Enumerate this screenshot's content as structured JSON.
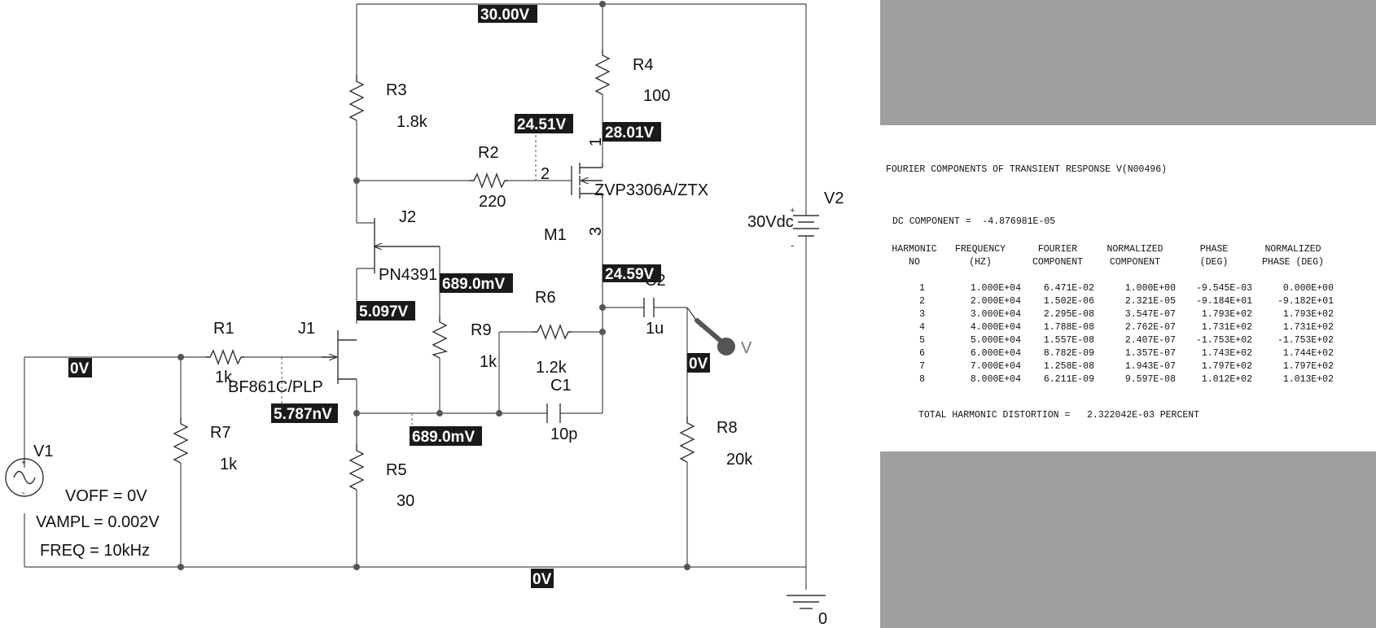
{
  "schematic": {
    "components": {
      "R1": {
        "ref": "R1",
        "value": "1k"
      },
      "R2": {
        "ref": "R2",
        "value": "220"
      },
      "R3": {
        "ref": "R3",
        "value": "1.8k"
      },
      "R4": {
        "ref": "R4",
        "value": "100"
      },
      "R5": {
        "ref": "R5",
        "value": "30"
      },
      "R6": {
        "ref": "R6",
        "value": "1.2k"
      },
      "R7": {
        "ref": "R7",
        "value": "1k"
      },
      "R8": {
        "ref": "R8",
        "value": "20k"
      },
      "R9": {
        "ref": "R9",
        "value": "1k"
      },
      "C1": {
        "ref": "C1",
        "value": "10p"
      },
      "C2": {
        "ref": "C2",
        "value": "1u"
      },
      "J1": {
        "ref": "J1",
        "value": "BF861C/PLP"
      },
      "J2": {
        "ref": "J2",
        "value": "PN4391"
      },
      "M1": {
        "ref": "M1",
        "value": "ZVP3306A/ZTX",
        "pins": [
          "1",
          "2",
          "3"
        ]
      },
      "V1": {
        "ref": "V1",
        "params": [
          "VOFF = 0V",
          "VAMPL = 0.002V",
          "FREQ = 10kHz"
        ]
      },
      "V2": {
        "ref": "V2",
        "value": "30Vdc",
        "plus": "+",
        "minus": "-"
      }
    },
    "probe_label": "V",
    "ground_label": "0",
    "voltage_labels": {
      "supply": "30.00V",
      "m1_gate": "24.51V",
      "m1_drain": "28.01V",
      "m1_source": "24.59V",
      "j2_source": "689.0mV",
      "j1_drain": "5.097V",
      "j1_gate": "5.787nV",
      "j1_source": "689.0mV",
      "input": "0V",
      "output": "0V",
      "ground": "0V"
    }
  },
  "fourier": {
    "title": "FOURIER COMPONENTS OF TRANSIENT RESPONSE V(N00496)",
    "dc_component": "DC COMPONENT =  -4.876981E-05",
    "headers": [
      [
        "HARMONIC",
        "NO"
      ],
      [
        "FREQUENCY",
        "(HZ)"
      ],
      [
        "FOURIER",
        "COMPONENT"
      ],
      [
        "NORMALIZED",
        "COMPONENT"
      ],
      [
        "PHASE",
        "(DEG)"
      ],
      [
        "NORMALIZED",
        "PHASE (DEG)"
      ]
    ],
    "rows": [
      [
        "1",
        "1.000E+04",
        "6.471E-02",
        "1.000E+00",
        "-9.545E-03",
        "0.000E+00"
      ],
      [
        "2",
        "2.000E+04",
        "1.502E-06",
        "2.321E-05",
        "-9.184E+01",
        "-9.182E+01"
      ],
      [
        "3",
        "3.000E+04",
        "2.295E-08",
        "3.547E-07",
        "1.793E+02",
        "1.793E+02"
      ],
      [
        "4",
        "4.000E+04",
        "1.788E-08",
        "2.762E-07",
        "1.731E+02",
        "1.731E+02"
      ],
      [
        "5",
        "5.000E+04",
        "1.557E-08",
        "2.407E-07",
        "-1.753E+02",
        "-1.753E+02"
      ],
      [
        "6",
        "6.000E+04",
        "8.782E-09",
        "1.357E-07",
        "1.743E+02",
        "1.744E+02"
      ],
      [
        "7",
        "7.000E+04",
        "1.258E-08",
        "1.943E-07",
        "1.797E+02",
        "1.797E+02"
      ],
      [
        "8",
        "8.000E+04",
        "6.211E-09",
        "9.597E-08",
        "1.012E+02",
        "1.013E+02"
      ]
    ],
    "thd": "TOTAL HARMONIC DISTORTION =   2.322042E-03 PERCENT"
  }
}
